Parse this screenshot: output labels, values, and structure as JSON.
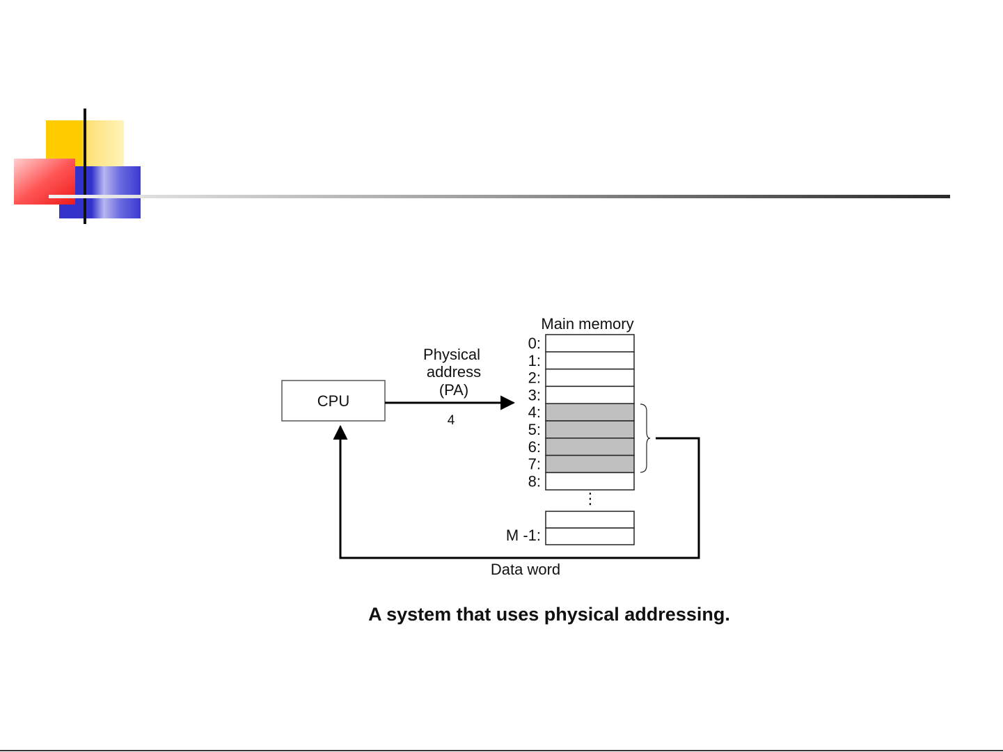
{
  "diagram": {
    "cpu_label": "CPU",
    "arrow_label_lines": [
      "Physical",
      "address",
      "(PA)"
    ],
    "address_value": "4",
    "memory_title": "Main memory",
    "memory_rows": [
      "0:",
      "1:",
      "2:",
      "3:",
      "4:",
      "5:",
      "6:",
      "7:",
      "8:"
    ],
    "highlighted_rows": [
      4,
      5,
      6,
      7
    ],
    "last_row_label": "M -1:",
    "ellipsis": "⋮",
    "return_label": "Data word",
    "caption": "A system that uses physical addressing."
  },
  "colors": {
    "highlight_cell": "#c0c0c0",
    "deco_yellow": "#ffcc00",
    "deco_red": "#ff2a2a",
    "deco_blue": "#3333cc"
  }
}
